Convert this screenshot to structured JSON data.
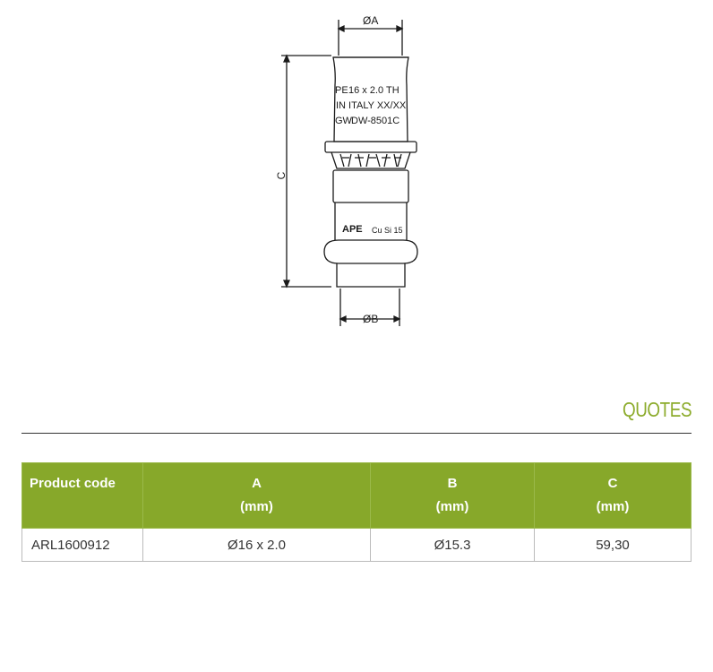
{
  "drawing": {
    "dim_a": "ØA",
    "dim_b": "ØB",
    "dim_c": "C",
    "marking_line1": "16 x 2.0 TH",
    "marking_line2": "IN ITALY XX/XX",
    "marking_line3": "DW-8501C",
    "marking_prefix1": "РЕ",
    "marking_prefix3": "GW",
    "brand": "APE",
    "material": "Cu Si 15"
  },
  "section": {
    "title": "QUOTES"
  },
  "table": {
    "headers": [
      {
        "label": "Product code",
        "unit": ""
      },
      {
        "label": "A",
        "unit": "(mm)"
      },
      {
        "label": "B",
        "unit": "(mm)"
      },
      {
        "label": "C",
        "unit": "(mm)"
      }
    ],
    "rows": [
      [
        "ARL1600912",
        "Ø16 x 2.0",
        "Ø15.3",
        "59,30"
      ]
    ]
  }
}
